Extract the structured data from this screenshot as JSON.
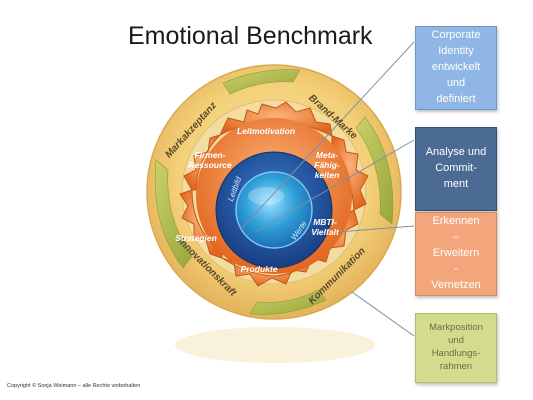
{
  "title": "Emotional Benchmark",
  "outer_ring": {
    "labels": [
      "Markakzeptanz",
      "Brand-Marke",
      "Kommunikation",
      "Innovationskraft"
    ]
  },
  "middle_ring": {
    "labels": [
      "Leitmotivation",
      "Meta-\nFähig-\nkeiten",
      "MBTI-\nVielfalt",
      "Produkte",
      "Strategien",
      "Firmen-\nRessource"
    ]
  },
  "inner_ring": {
    "labels": [
      "Leitbild",
      "Werte"
    ]
  },
  "side_boxes": [
    {
      "text": "Corporate\nIdentity\nentwickelt\nund\ndefiniert"
    },
    {
      "text": "Analyse und\nCommit-\nment"
    },
    {
      "text": "Erkennen\n–\nErweitern\n-\nVernetzen"
    },
    {
      "text": "Markposition\nund\nHandlungs-\nrahmen"
    }
  ],
  "copyright": "Copyright © Sonja Weimann – alle Rechte vorbehalten",
  "colors": {
    "outer_ring": "#f0cd76",
    "arrows": "#b6c152",
    "puzzle": "#ee7b33",
    "inner_blue": "#1f4f9a",
    "center": "#2f9fd8"
  }
}
